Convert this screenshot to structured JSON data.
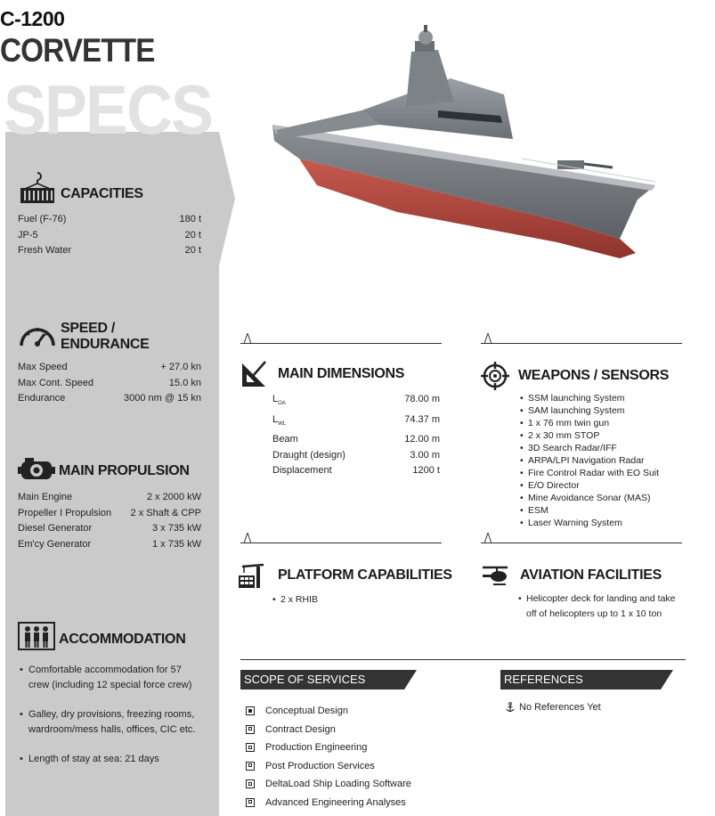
{
  "header": {
    "model": "C-1200",
    "type": "CORVETTE",
    "specs": "SPECS"
  },
  "capacities": {
    "title": "CAPACITIES",
    "rows": [
      {
        "label": "Fuel (F-76)",
        "value": "180 t"
      },
      {
        "label": "JP-5",
        "value": "20 t"
      },
      {
        "label": "Fresh Water",
        "value": "20 t"
      }
    ]
  },
  "speed": {
    "title": "SPEED / ENDURANCE",
    "rows": [
      {
        "label": "Max Speed",
        "value": "+ 27.0 kn"
      },
      {
        "label": "Max Cont. Speed",
        "value": "15.0 kn"
      },
      {
        "label": "Endurance",
        "value": "3000 nm @ 15 kn"
      }
    ]
  },
  "propulsion": {
    "title": "MAIN PROPULSION",
    "rows": [
      {
        "label": "Main Engine",
        "value": "2 x 2000 kW"
      },
      {
        "label": "Propeller I Propulsion",
        "value": "2 x Shaft & CPP"
      },
      {
        "label": "Diesel Generator",
        "value": "3 x 735 kW"
      },
      {
        "label": "Em'cy Generator",
        "value": "1 x 735 kW"
      }
    ]
  },
  "accommodation": {
    "title": "ACCOMMODATION",
    "items": [
      "Comfortable accommodation for 57 crew (including 12 special force crew)",
      "Galley, dry provisions, freezing rooms, wardroom/mess halls, offices, CIC etc.",
      "Length of stay at sea: 21 days"
    ]
  },
  "dimensions": {
    "title": "MAIN DIMENSIONS",
    "rows": [
      {
        "label": "L",
        "sub": "OA",
        "value": "78.00 m"
      },
      {
        "label": "L",
        "sub": "WL",
        "value": "74.37 m"
      },
      {
        "label": "Beam",
        "sub": "",
        "value": "12.00 m"
      },
      {
        "label": "Draught (design)",
        "sub": "",
        "value": "3.00 m"
      },
      {
        "label": "Displacement",
        "sub": "",
        "value": "1200 t"
      }
    ]
  },
  "weapons": {
    "title": "WEAPONS / SENSORS",
    "items": [
      "SSM launching System",
      "SAM launching System",
      "1 x 76 mm twin gun",
      "2 x 30 mm STOP",
      "3D Search Radar/IFF",
      "ARPA/LPI Navigation Radar",
      "Fire Control Radar with EO Suit",
      "E/O Director",
      "Mine Avoidance Sonar (MAS)",
      "ESM",
      "Laser Warning System"
    ]
  },
  "platform": {
    "title": "PLATFORM CAPABILITIES",
    "items": [
      "2 x RHIB"
    ]
  },
  "aviation": {
    "title": "AVIATION FACILITIES",
    "items": [
      "Helicopter deck for landing and take off of helicopters up to 1 x 10 ton"
    ]
  },
  "scope": {
    "title": "SCOPE OF SERVICES",
    "items": [
      {
        "label": "Conceptual Design",
        "checked": true
      },
      {
        "label": "Contract Design",
        "checked": false
      },
      {
        "label": "Production Engineering",
        "checked": false
      },
      {
        "label": "Post Production Services",
        "checked": false
      },
      {
        "label": "DeltaLoad Ship Loading Software",
        "checked": false
      },
      {
        "label": "Advanced Engineering Analyses",
        "checked": false
      }
    ]
  },
  "references": {
    "title": "REFERENCES",
    "text": "No References Yet"
  },
  "colors": {
    "panel": "#cacaca",
    "dark": "#333333",
    "hull_red": "#b5473f",
    "hull_grey": "#7b7f84"
  }
}
